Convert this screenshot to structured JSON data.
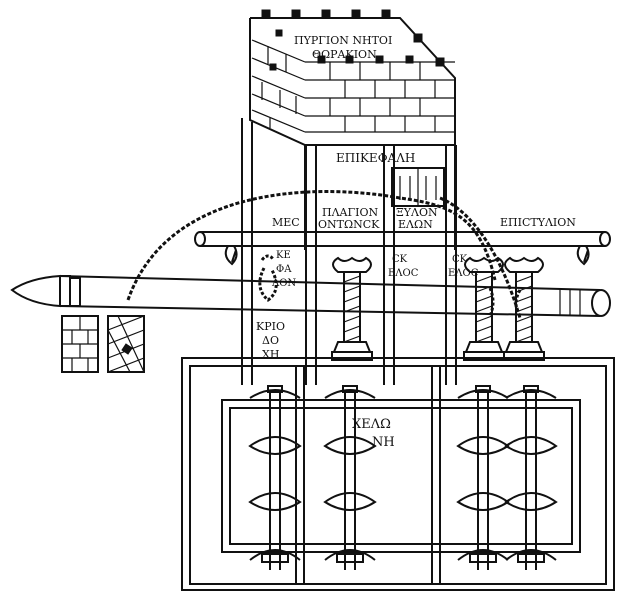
{
  "colors": {
    "ink": "#111111",
    "paper": "#ffffff"
  },
  "labels": {
    "tower_line1": "ΠΥΡΓΙΟΝ ΝΗΤΟΙ",
    "tower_line2": "ΘΩΡΑΚΙΟΝ",
    "epikephali": "ΕΠΙΚΕΦΑΛΗ",
    "mes": "ΜΕϹ",
    "plagion_line1": "ΠΛΑΓΙΟΝ",
    "plagion_line2": "ΟΝΤΩΝϹΚ",
    "xylon_line1": "ΞΥΛΟΝ",
    "xylon_line2": "ΕΛΩΝ",
    "epistylion": "ΕΠΙϹΤΥΛΙΟΝ",
    "kephalon_line1": "ΚΕ",
    "kephalon_line2": "ΦΑ",
    "kephalon_line3": "ΛΟΝ",
    "skelos_a_line1": "ϹΚ",
    "skelos_a_line2": "ΕΛΟϹ",
    "skelos_b_line1": "ϹΚ",
    "skelos_b_line2": "ΕΛΟϹ",
    "krios_line1": "ΚΡΙΟ",
    "krios_line2": "ΔΟ",
    "krios_line3": "ΧΗ",
    "chelone_line1": "ΧΕΛΩ",
    "chelone_line2": "ΝΗ"
  }
}
